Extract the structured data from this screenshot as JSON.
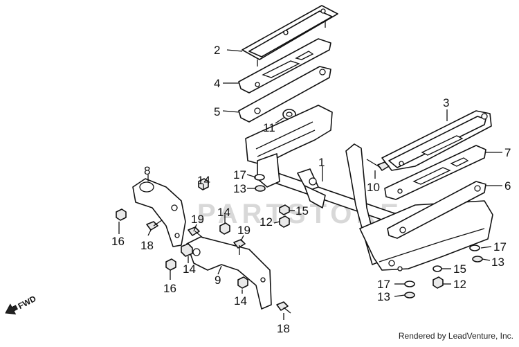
{
  "diagram": {
    "watermark": "PARTSTORE",
    "credit": "Rendered by LeadVenture, Inc.",
    "direction_label": "FWD",
    "callouts": {
      "c1": "1",
      "c2": "2",
      "c3": "3",
      "c4": "4",
      "c5": "5",
      "c6": "6",
      "c7": "7",
      "c8": "8",
      "c9": "9",
      "c10": "10",
      "c11": "11",
      "c12a": "12",
      "c12b": "12",
      "c13a": "13",
      "c13b": "13",
      "c13c": "13",
      "c14a": "14",
      "c14b": "14",
      "c14c": "14",
      "c14d": "14",
      "c15a": "15",
      "c15b": "15",
      "c16a": "16",
      "c16b": "16",
      "c17a": "17",
      "c17b": "17",
      "c17c": "17",
      "c18a": "18",
      "c18b": "18",
      "c19a": "19",
      "c19b": "19"
    }
  }
}
